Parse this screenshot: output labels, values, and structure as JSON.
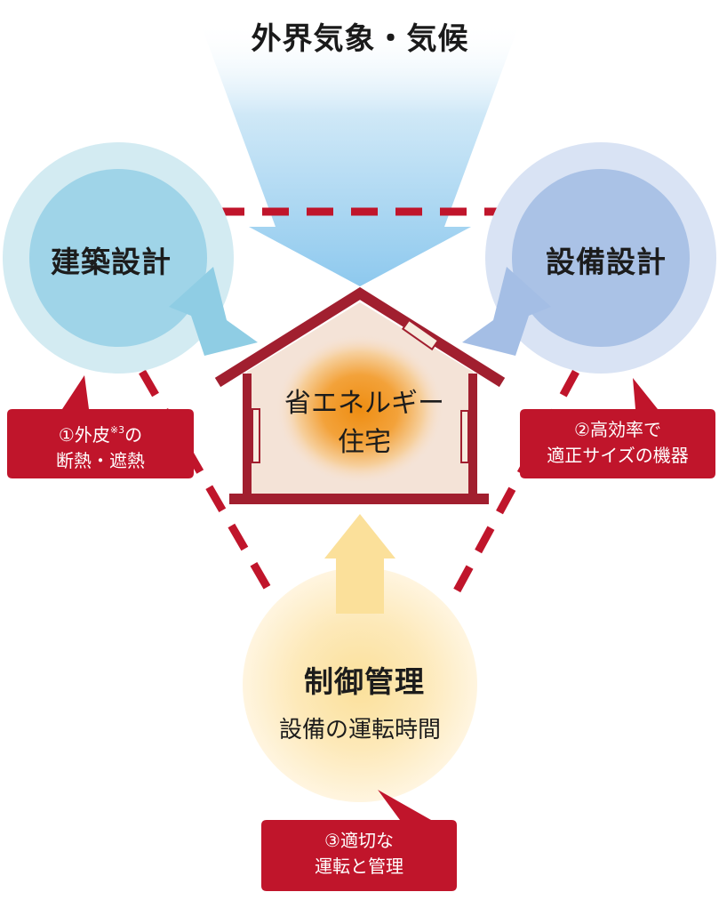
{
  "title": "外界気象・気候",
  "circles": {
    "left": {
      "title": "建築設計"
    },
    "right": {
      "title": "設備設計"
    },
    "bottom": {
      "title": "制御管理",
      "subtitle": "設備の運転時間"
    }
  },
  "house": {
    "line1": "省エネルギー",
    "line2": "住宅"
  },
  "tags": {
    "left": {
      "line1_main": "①外皮",
      "line1_sup": "※3",
      "line1_tail": "の",
      "line2": "断熱・遮熱"
    },
    "right": {
      "line1": "②高効率で",
      "line2": "適正サイズの機器"
    },
    "bottom": {
      "line1": "③適切な",
      "line2": "運転と管理"
    }
  },
  "colors": {
    "tag_red": "#c0152b",
    "dashed_line": "#c0152b",
    "left_circle": "#a8d9ea",
    "right_circle": "#b5c9ea",
    "bottom_circle": "#fbe3a1",
    "sky_arrow": "#8ec9ee",
    "house_roof": "#a11f2f",
    "house_glow": "#f29b1d"
  }
}
